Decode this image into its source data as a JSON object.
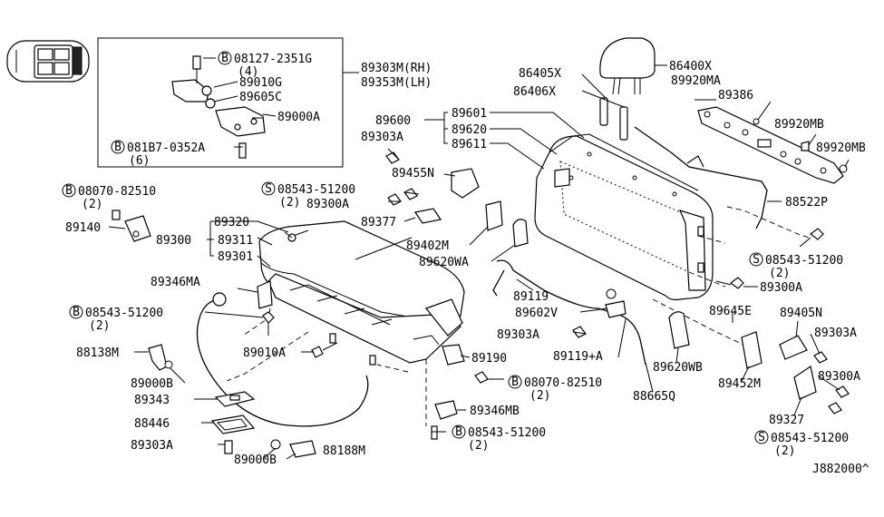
{
  "labels": {
    "l_08127": "08127-2351G",
    "l_08127_q": "(4)",
    "l_89010G": "89010G",
    "l_89605C": "89605C",
    "l_89000A": "89000A",
    "l_081B7": "081B7-0352A",
    "l_081B7_q": "(6)",
    "l_89303M": "89303M(RH)",
    "l_89353M": "89353M(LH)",
    "l_86405X": "86405X",
    "l_86406X": "86406X",
    "l_86400X": "86400X",
    "l_89920MA": "89920MA",
    "l_89386": "89386",
    "l_89920MB_1": "89920MB",
    "l_89920MB_2": "89920MB",
    "l_89600": "89600",
    "l_89601": "89601",
    "l_89620": "89620",
    "l_89611": "89611",
    "l_89303A_1": "89303A",
    "l_89455N": "89455N",
    "l_08543_1": "08543-51200",
    "l_08543_1_q": "(2)",
    "l_89300A_1": "89300A",
    "l_89377": "89377",
    "l_08070_1": "08070-82510",
    "l_08070_1_q": "(2)",
    "l_89140": "89140",
    "l_89320": "89320",
    "l_89300": "89300",
    "l_89311": "89311",
    "l_89301": "89301",
    "l_89402M": "89402M",
    "l_89620WA": "89620WA",
    "l_88522P": "88522P",
    "l_08543_2": "08543-51200",
    "l_08543_2_q": "(2)",
    "l_89300A_2": "89300A",
    "l_89346MA": "89346MA",
    "l_89119": "89119",
    "l_89602V": "89602V",
    "l_08543_3": "08543-51200",
    "l_08543_3_q": "(2)",
    "l_89645E": "89645E",
    "l_89405N": "89405N",
    "l_89303A_2": "89303A",
    "l_89303A_3": "89303A",
    "l_89119A": "89119+A",
    "l_88138M": "88138M",
    "l_89010A": "89010A",
    "l_89190": "89190",
    "l_89000B_1": "89000B",
    "l_08070_2": "08070-82510",
    "l_08070_2_q": "(2)",
    "l_89620WB": "89620WB",
    "l_89300A_3": "89300A",
    "l_89452M": "89452M",
    "l_89343": "89343",
    "l_88665Q": "88665Q",
    "l_89346MB": "89346MB",
    "l_88446": "88446",
    "l_08543_4": "08543-51200",
    "l_08543_4_q": "(2)",
    "l_89327": "89327",
    "l_08543_5": "08543-51200",
    "l_08543_5_q": "(2)",
    "l_89303A_4": "89303A",
    "l_89000B_2": "89000B",
    "l_88188M": "88188M",
    "l_ref": "J882000^"
  },
  "markers": {
    "bolt_b": "B",
    "screw_s": "S"
  }
}
